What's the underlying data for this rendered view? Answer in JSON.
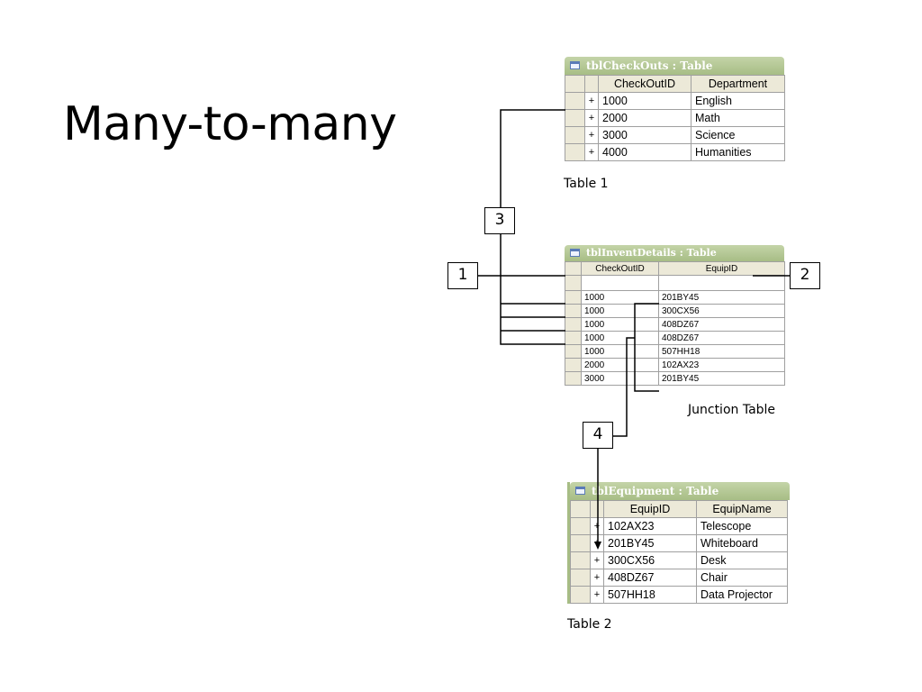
{
  "slide": {
    "title": "Many-to-many"
  },
  "table1": {
    "title": "tblCheckOuts : Table",
    "caption": "Table 1",
    "columns": [
      "CheckOutID",
      "Department"
    ],
    "rows": [
      {
        "expand": "+",
        "cells": [
          "1000",
          "English"
        ]
      },
      {
        "expand": "+",
        "cells": [
          "2000",
          "Math"
        ]
      },
      {
        "expand": "+",
        "cells": [
          "3000",
          "Science"
        ]
      },
      {
        "expand": "+",
        "cells": [
          "4000",
          "Humanities"
        ]
      }
    ]
  },
  "junction": {
    "title": "tblInventDetails : Table",
    "caption": "Junction Table",
    "columns": [
      "CheckOutID",
      "EquipID"
    ],
    "rows": [
      [
        "1000",
        "201BY45"
      ],
      [
        "1000",
        "300CX56"
      ],
      [
        "1000",
        "408DZ67"
      ],
      [
        "1000",
        "408DZ67"
      ],
      [
        "1000",
        "507HH18"
      ],
      [
        "2000",
        "102AX23"
      ],
      [
        "3000",
        "201BY45"
      ]
    ]
  },
  "table2": {
    "title": "tblEquipment : Table",
    "caption": "Table 2",
    "columns": [
      "EquipID",
      "EquipName"
    ],
    "rows": [
      {
        "expand": "+",
        "cells": [
          "102AX23",
          "Telescope"
        ]
      },
      {
        "expand": "+",
        "cells": [
          "201BY45",
          "Whiteboard"
        ]
      },
      {
        "expand": "+",
        "cells": [
          "300CX56",
          "Desk"
        ]
      },
      {
        "expand": "+",
        "cells": [
          "408DZ67",
          "Chair"
        ]
      },
      {
        "expand": "+",
        "cells": [
          "507HH18",
          "Data Projector"
        ]
      }
    ]
  },
  "callouts": {
    "c1": "1",
    "c2": "2",
    "c3": "3",
    "c4": "4"
  }
}
